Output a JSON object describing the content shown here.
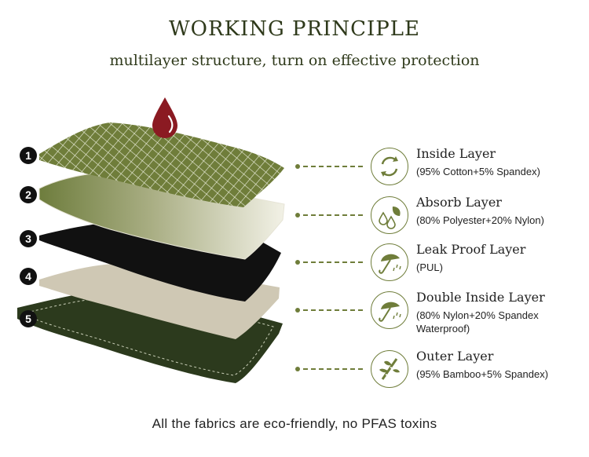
{
  "header": {
    "title": "WORKING PRINCIPLE",
    "subtitle": "multilayer structure, turn on effective protection"
  },
  "colors": {
    "olive": "#6f7d3a",
    "dark_green": "#2c3a1d",
    "black_layer": "#111111",
    "beige_layer": "#cfc8b4",
    "drop_red": "#8b1a22"
  },
  "layer_numbers": [
    "1",
    "2",
    "3",
    "4",
    "5"
  ],
  "layers": [
    {
      "name": "Inside Layer",
      "desc": "(95% Cotton+5% Spandex)",
      "icon": "recycle-arrows-icon"
    },
    {
      "name": "Absorb Layer",
      "desc": "(80% Polyester+20% Nylon)",
      "icon": "droplets-leaf-icon"
    },
    {
      "name": "Leak Proof Layer",
      "desc": "(PUL)",
      "icon": "umbrella-icon"
    },
    {
      "name": "Double Inside Layer",
      "desc": "(80% Nylon+20% Spandex Waterproof)",
      "icon": "umbrella-icon"
    },
    {
      "name": "Outer Layer",
      "desc": "(95% Bamboo+5% Spandex)",
      "icon": "bamboo-icon"
    }
  ],
  "footer": {
    "text": "All the fabrics are eco-friendly, no PFAS toxins"
  }
}
